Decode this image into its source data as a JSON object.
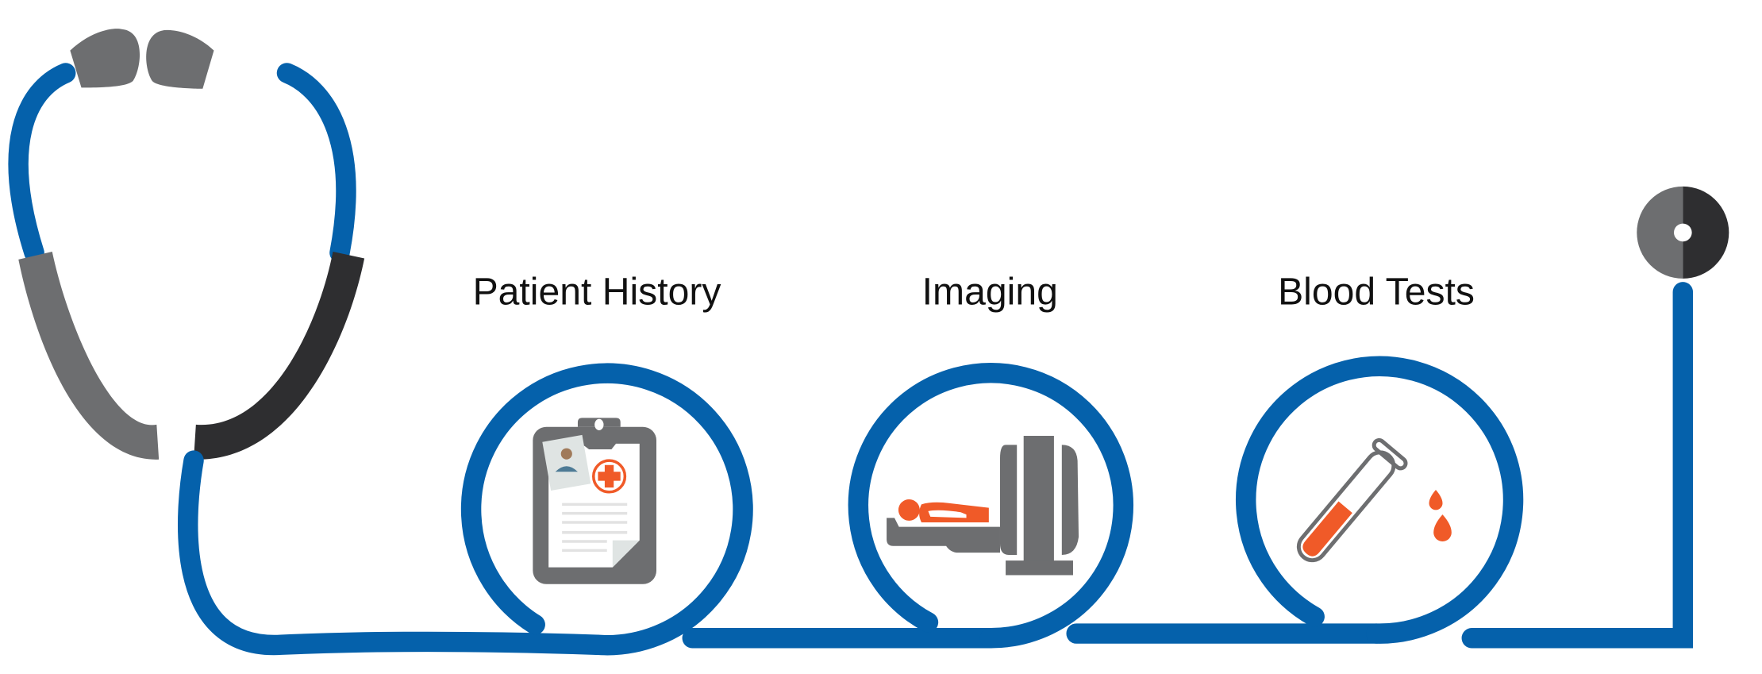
{
  "steps": [
    {
      "label": "Patient History",
      "icon": "clipboard-medical-record-icon"
    },
    {
      "label": "Imaging",
      "icon": "mri-scanner-icon"
    },
    {
      "label": "Blood Tests",
      "icon": "test-tube-blood-icon"
    }
  ],
  "decoration": {
    "icon": "stethoscope-icon"
  },
  "colors": {
    "tube_blue": "#0561ab",
    "gray": "#6d6e70",
    "dark": "#2e2e30",
    "accent_orange": "#f05a28"
  }
}
